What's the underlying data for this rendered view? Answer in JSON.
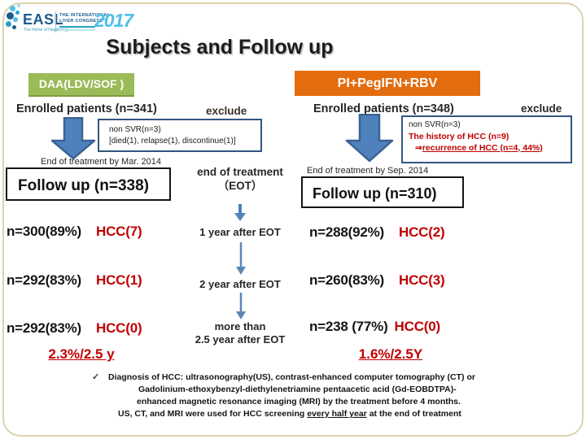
{
  "colors": {
    "olive_header": "#9bbb59",
    "orange_header": "#e36c0f",
    "navy_border": "#31567e",
    "arrow_blue": "#4f81bd",
    "red_text": "#c00000",
    "frame_tan": "#dcd3ac"
  },
  "logo": {
    "easl": "EASL",
    "tagline": "The Home of Hepatology",
    "congress_line1": "THE INTERNATIONAL",
    "congress_line2": "LIVER CONGRESS™",
    "year": "2017"
  },
  "title": "Subjects and Follow up",
  "left": {
    "header": "DAA(LDV/SOF )",
    "enrolled": "Enrolled patients (n=341)",
    "exclude": "exclude",
    "exclude_box_line1": "non SVR(n=3)",
    "exclude_box_line2": "[died(1), relapse(1), discontinue(1)]",
    "eot_date": "End of treatment by Mar. 2014",
    "followup": "Follow up (n=338)",
    "rows": [
      {
        "n": "n=300(89%)",
        "hcc": "HCC(7)"
      },
      {
        "n": "n=292(83%)",
        "hcc": "HCC(1)"
      },
      {
        "n": "n=292(83%)",
        "hcc": "HCC(0)"
      }
    ],
    "rate": "2.3%/2.5 y"
  },
  "right": {
    "header": "PI+PegIFN+RBV",
    "enrolled": "Enrolled patients (n=348)",
    "exclude": "exclude",
    "exclude_box_line1": "non SVR(n=3)",
    "exclude_box_line2": "The history of HCC (n=9)",
    "exclude_box_line3_arrow": "⇒",
    "exclude_box_line3": "recurrence of HCC (n=4, 44%)",
    "eot_date": "End of treatment by Sep. 2014",
    "followup": "Follow up (n=310)",
    "rows": [
      {
        "n": "n=288(92%)",
        "hcc": "HCC(2)"
      },
      {
        "n": "n=260(83%)",
        "hcc": "HCC(3)"
      },
      {
        "n": "n=238 (77%)",
        "hcc": "HCC(0)"
      }
    ],
    "rate": "1.6%/2.5Y"
  },
  "middle": {
    "eot_label_line1": "end of treatment",
    "eot_label_line2": "（EOT）",
    "timepoint1": "1 year after EOT",
    "timepoint2": "2 year after EOT",
    "timepoint3_line1": "more than",
    "timepoint3_line2": "2.5 year after EOT"
  },
  "footnote": {
    "check": "✓",
    "line1": "Diagnosis of HCC:  ultrasonography(US), contrast-enhanced computer tomography (CT) or",
    "line2": "Gadolinium-ethoxybenzyl-diethylenetriamine pentaacetic acid (Gd-EOBDTPA)-",
    "line3": "enhanced magnetic resonance imaging (MRI) by the treatment before 4 months.",
    "line4_pre": "US, CT, and MRI were used for HCC screening ",
    "line4_underline": "every half year",
    "line4_post": " at the end of treatment"
  }
}
